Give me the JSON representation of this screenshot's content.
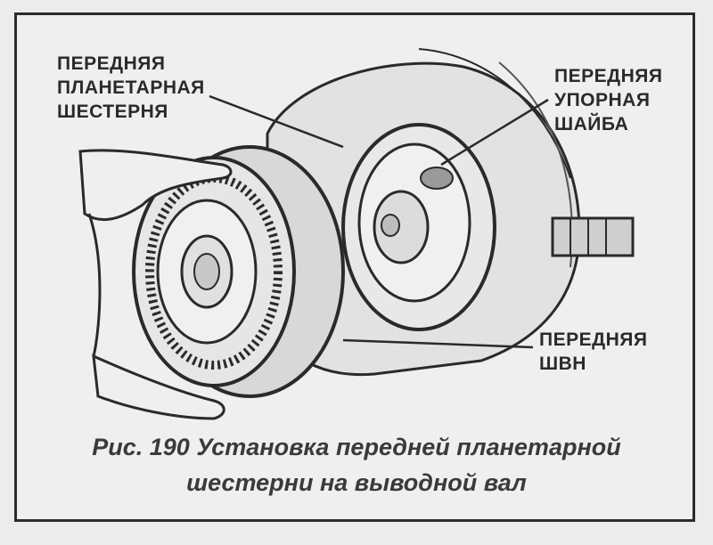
{
  "labels": {
    "planetary_gear": [
      "ПЕРЕДНЯЯ",
      "ПЛАНЕТАРНАЯ",
      "ШЕСТЕРНЯ"
    ],
    "thrust_washer": [
      "ПЕРЕДНЯЯ",
      "УПОРНАЯ",
      "ШАЙБА"
    ],
    "shvn": [
      "ПЕРЕДНЯЯ",
      "ШВН"
    ]
  },
  "caption": {
    "line1": "Рис. 190 Установка передней планетарной",
    "line2": "шестерни на выводной вал"
  },
  "colors": {
    "ink": "#2a2a2a",
    "paper": "#efefef",
    "shade": "#cfcfcf"
  }
}
